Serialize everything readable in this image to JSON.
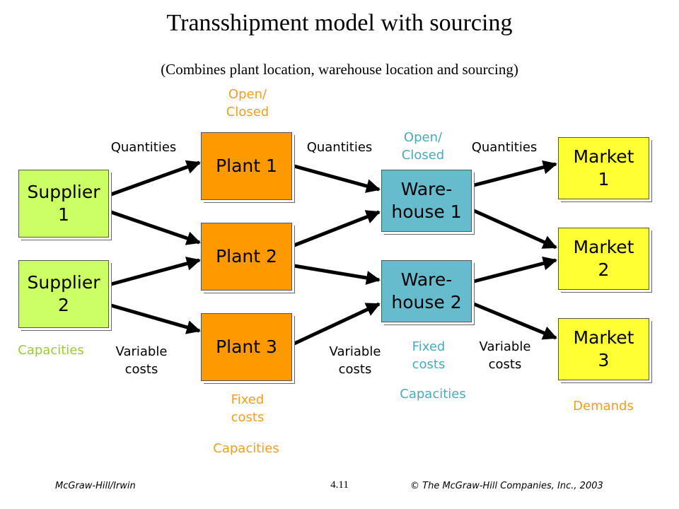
{
  "title": "Transshipment model with sourcing",
  "subtitle": "(Combines plant location, warehouse location and sourcing)",
  "nodes": {
    "supplier1": "Supplier\n1",
    "supplier2": "Supplier\n2",
    "plant1": "Plant 1",
    "plant2": "Plant 2",
    "plant3": "Plant 3",
    "warehouse1": "Ware-\nhouse 1",
    "warehouse2": "Ware-\nhouse 2",
    "market1": "Market\n1",
    "market2": "Market\n2",
    "market3": "Market\n3"
  },
  "labels": {
    "quantities1": "Quantities",
    "quantities2": "Quantities",
    "quantities3": "Quantities",
    "plant_open_closed": "Open/\nClosed",
    "warehouse_open_closed": "Open/\nClosed",
    "supplier_capacities": "Capacities",
    "variable_costs1": "Variable\ncosts",
    "variable_costs2": "Variable\ncosts",
    "variable_costs3": "Variable\ncosts",
    "plant_fixed_costs": "Fixed\ncosts",
    "plant_capacities": "Capacities",
    "warehouse_fixed_costs": "Fixed\ncosts",
    "warehouse_capacities": "Capacities",
    "market_demands": "Demands"
  },
  "colors": {
    "supplier": "#ccff66",
    "plant": "#ff9900",
    "warehouse": "#66bbcc",
    "market": "#ffff33"
  },
  "footer": {
    "left": "McGraw-Hill/Irwin",
    "page": "4.11",
    "right": "© The McGraw-Hill Companies, Inc., 2003"
  }
}
